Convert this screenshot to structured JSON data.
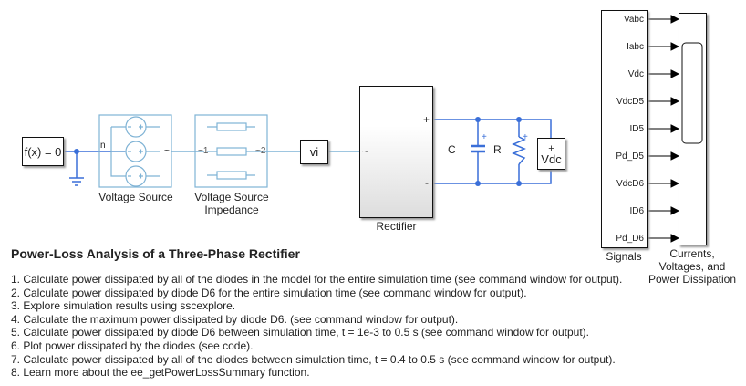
{
  "blocks": {
    "ground_fn": "f(x) = 0",
    "voltage_source": "Voltage Source",
    "impedance": "Voltage Source\nImpedance",
    "impedance_l1": "Voltage Source",
    "impedance_l2": "Impedance",
    "vi": "vi",
    "rectifier": "Rectifier",
    "cap": "C",
    "res": "R",
    "vdc": "Vdc",
    "signals": "Signals",
    "scope_l1": "Currents,",
    "scope_l2": "Voltages, and",
    "scope_l3": "Power Dissipation",
    "port_n": "n",
    "port_1": "~1",
    "port_2": "~2",
    "plus": "+",
    "minus": "-",
    "tilde": "~"
  },
  "signals": [
    "Vabc",
    "Iabc",
    "Vdc",
    "VdcD5",
    "ID5",
    "Pd_D5",
    "VdcD6",
    "ID6",
    "Pd_D6"
  ],
  "title": "Power-Loss Analysis of a Three-Phase Rectifier",
  "steps": [
    "1. Calculate power dissipated by all of the diodes in the model for the entire simulation time (see command window for output).",
    "2. Calculate power dissipated by diode D6 for the entire simulation time (see command window for output).",
    "3. Explore simulation results using sscexplore.",
    "4. Calculate the maximum power dissipated by diode D6. (see command window for output).",
    "5. Calculate power dissipated by diode D6 between simulation time, t = 1e-3 to 0.5 s (see command window for output).",
    "6. Plot power dissipated by the diodes (see code).",
    "7. Calculate power dissipated by all of the diodes between simulation time, t  = 0.4 to 0.5 s (see command window for output).",
    "8. Learn more about the ee_getPowerLossSummary function."
  ],
  "colors": {
    "wire_blue": "#3a6fd8",
    "wire_light": "#7fb3d5",
    "block_border": "#111111"
  }
}
